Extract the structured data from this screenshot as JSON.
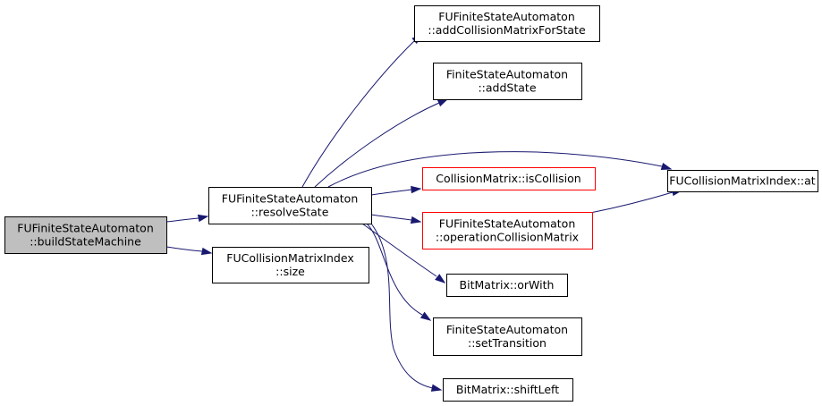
{
  "colors": {
    "edge": "#191970",
    "node_border": "#000000",
    "node_border_unexpanded": "#ff0000",
    "root_fill": "#bfbfbf",
    "node_fill": "#ffffff"
  },
  "nodes": {
    "build": {
      "lines": [
        "FUFiniteStateAutomaton",
        "::buildStateMachine"
      ],
      "kind": "root"
    },
    "resolve": {
      "lines": [
        "FUFiniteStateAutomaton",
        "::resolveState"
      ],
      "kind": "normal"
    },
    "size": {
      "lines": [
        "FUCollisionMatrixIndex",
        "::size"
      ],
      "kind": "normal"
    },
    "addColl": {
      "lines": [
        "FUFiniteStateAutomaton",
        "::addCollisionMatrixForState"
      ],
      "kind": "normal"
    },
    "addState": {
      "lines": [
        "FiniteStateAutomaton",
        "::addState"
      ],
      "kind": "normal"
    },
    "at": {
      "lines": [
        "FUCollisionMatrixIndex::at"
      ],
      "kind": "normal"
    },
    "isColl": {
      "lines": [
        "CollisionMatrix::isCollision"
      ],
      "kind": "unexpanded"
    },
    "opColl": {
      "lines": [
        "FUFiniteStateAutomaton",
        "::operationCollisionMatrix"
      ],
      "kind": "unexpanded"
    },
    "orWith": {
      "lines": [
        "BitMatrix::orWith"
      ],
      "kind": "normal"
    },
    "setTrans": {
      "lines": [
        "FiniteStateAutomaton",
        "::setTransition"
      ],
      "kind": "normal"
    },
    "shift": {
      "lines": [
        "BitMatrix::shiftLeft"
      ],
      "kind": "normal"
    }
  },
  "edges": [
    [
      "build",
      "resolve"
    ],
    [
      "build",
      "size"
    ],
    [
      "resolve",
      "addColl"
    ],
    [
      "resolve",
      "addState"
    ],
    [
      "resolve",
      "at"
    ],
    [
      "resolve",
      "isColl"
    ],
    [
      "resolve",
      "opColl"
    ],
    [
      "resolve",
      "orWith"
    ],
    [
      "resolve",
      "setTrans"
    ],
    [
      "resolve",
      "shift"
    ],
    [
      "opColl",
      "at"
    ]
  ]
}
